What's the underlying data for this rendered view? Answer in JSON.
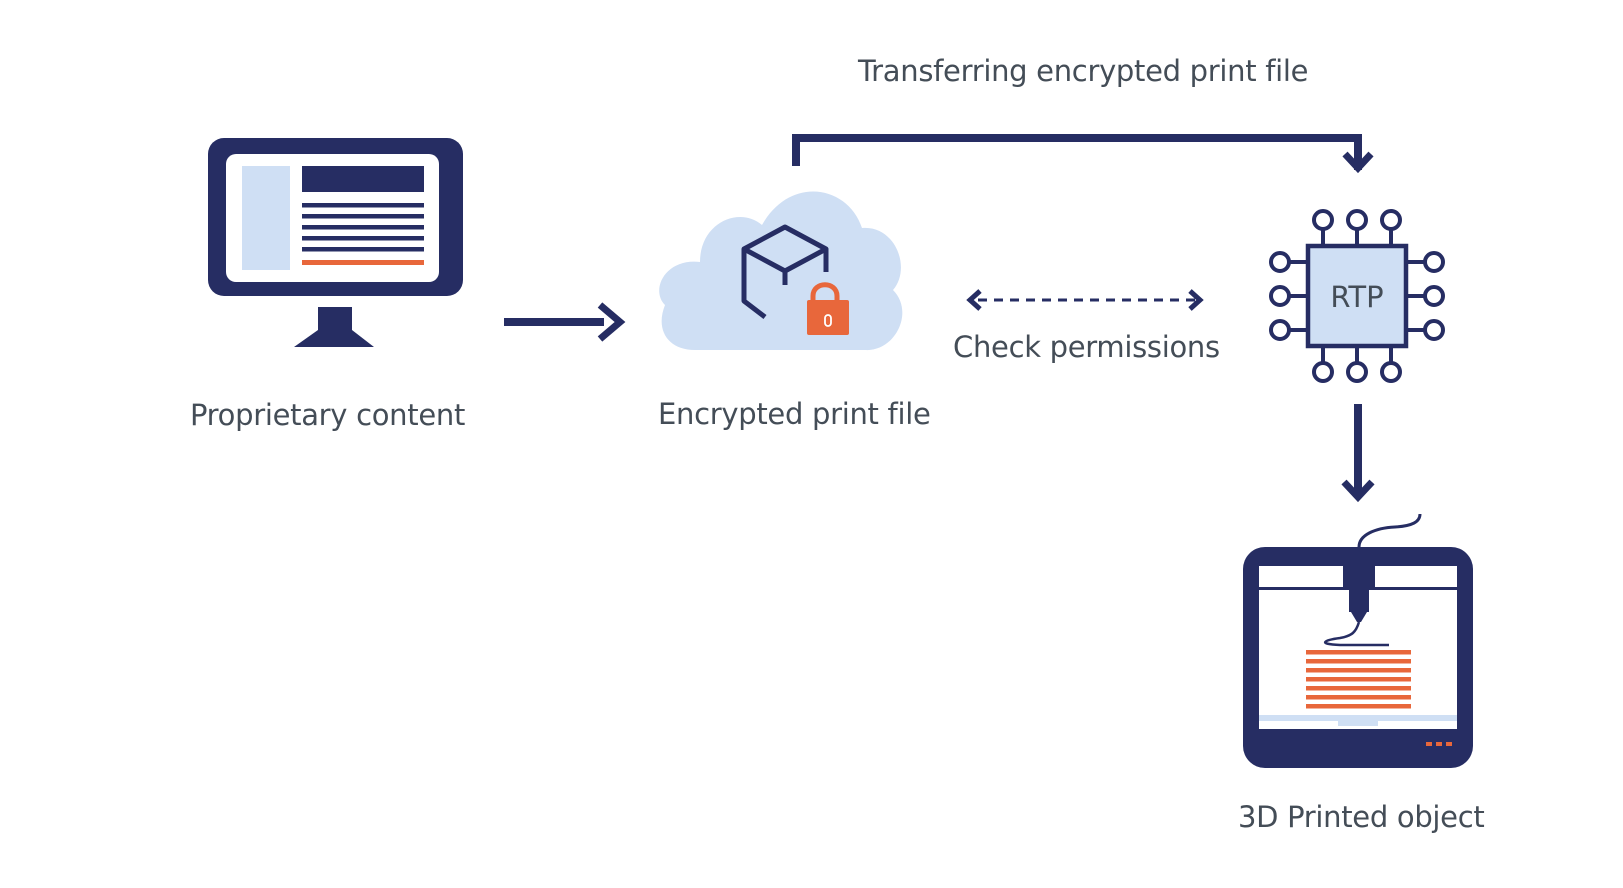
{
  "labels": {
    "transfer": "Transferring encrypted print file",
    "proprietary": "Proprietary content",
    "encrypted": "Encrypted print file",
    "check": "Check permissions",
    "printed": "3D Printed object",
    "chip": "RTP"
  },
  "colors": {
    "navy": "#262d63",
    "light_blue": "#cfdff4",
    "orange": "#e8673b",
    "text": "#444d57"
  },
  "icons": [
    "monitor-icon",
    "cloud-lock-icon",
    "chip-icon",
    "3d-printer-icon"
  ]
}
